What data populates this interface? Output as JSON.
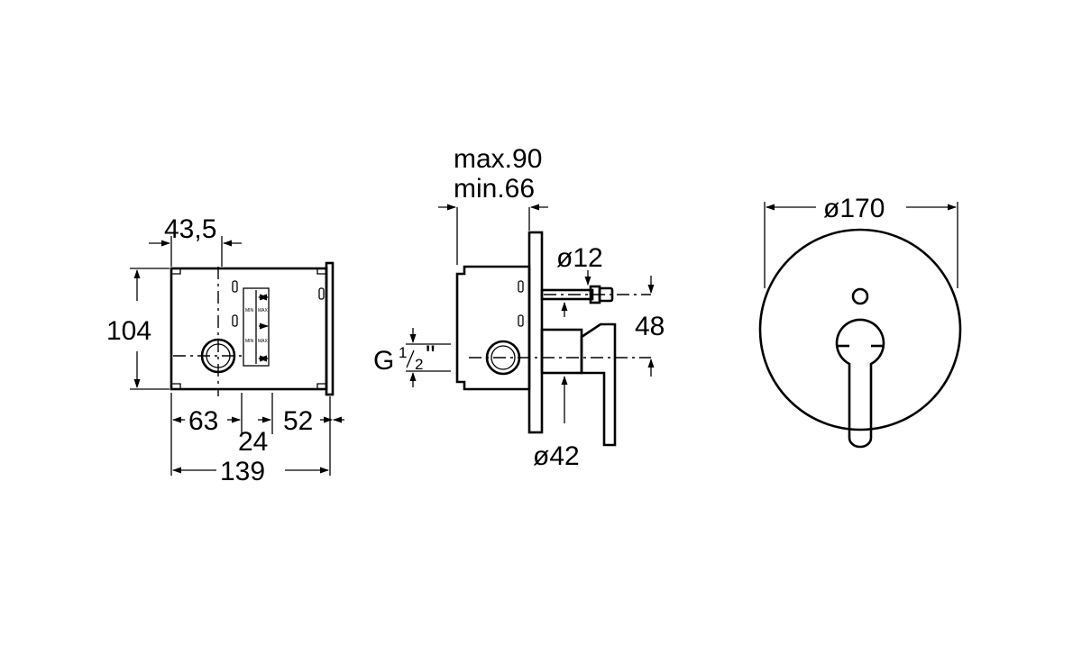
{
  "side_view": {
    "dim_top": "43,5",
    "dim_height": "104",
    "dim_left": "63",
    "dim_mid": "24",
    "dim_right": "52",
    "dim_total": "139",
    "marks": {
      "min": "MIN",
      "max": "MAX"
    }
  },
  "section_view": {
    "depth_max": "max.90",
    "depth_min": "min.66",
    "pin_diameter": "ø12",
    "offset": "48",
    "thread_g": "G",
    "thread_num": "1",
    "thread_den": "2",
    "thread_quote": "\"",
    "body_diameter": "ø42"
  },
  "front_view": {
    "plate_diameter": "ø170"
  },
  "colors": {
    "line": "#000000",
    "background": "#ffffff"
  }
}
